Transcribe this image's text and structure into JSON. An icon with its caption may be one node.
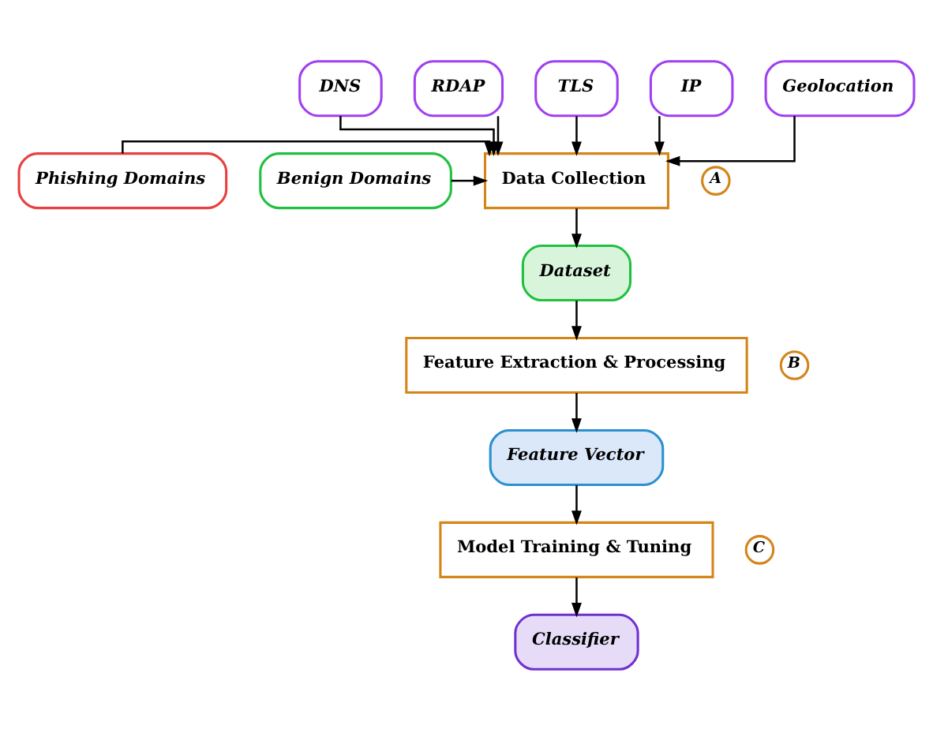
{
  "diagram": {
    "nodes": [
      {
        "text": [
          "DNS"
        ]
      },
      {
        "text": [
          "RDAP"
        ]
      },
      {
        "text": [
          "TLS"
        ]
      },
      {
        "text": [
          "IP"
        ]
      },
      {
        "text": [
          "Geolocation"
        ]
      },
      {
        "text": [
          "Phishing Domains"
        ]
      },
      {
        "text": [
          "A"
        ]
      },
      {
        "text": [
          "Data Collection"
        ]
      },
      {
        "text": [
          "Benign Domains"
        ]
      },
      {
        "text": [
          "Dataset"
        ]
      },
      {
        "text": [
          "B"
        ]
      },
      {
        "text": [
          "Feature Extraction & Processing"
        ]
      },
      {
        "text": [
          "Feature Vector"
        ]
      },
      {
        "text": [
          "C"
        ]
      },
      {
        "text": [
          "Model Training & Tuning"
        ]
      },
      {
        "text": [
          "Classifier"
        ]
      }
    ],
    "edges": [
      {
        "from": 0,
        "to": 7,
        "arrow": "to"
      },
      {
        "from": 1,
        "to": 7,
        "arrow": "to"
      },
      {
        "from": 2,
        "to": 7,
        "arrow": "to"
      },
      {
        "from": 3,
        "to": 7,
        "arrow": "to"
      },
      {
        "from": 4,
        "to": 7,
        "arrow": "to"
      },
      {
        "from": 5,
        "to": 7,
        "arrow": "to"
      },
      {
        "from": 8,
        "to": 7,
        "arrow": "to"
      },
      {
        "from": 7,
        "to": 9,
        "arrow": "to"
      },
      {
        "from": 9,
        "to": 11,
        "arrow": "to"
      },
      {
        "from": 11,
        "to": 12,
        "arrow": "to"
      },
      {
        "from": 12,
        "to": 14,
        "arrow": "to"
      },
      {
        "from": 14,
        "to": 15,
        "arrow": "to"
      }
    ]
  }
}
